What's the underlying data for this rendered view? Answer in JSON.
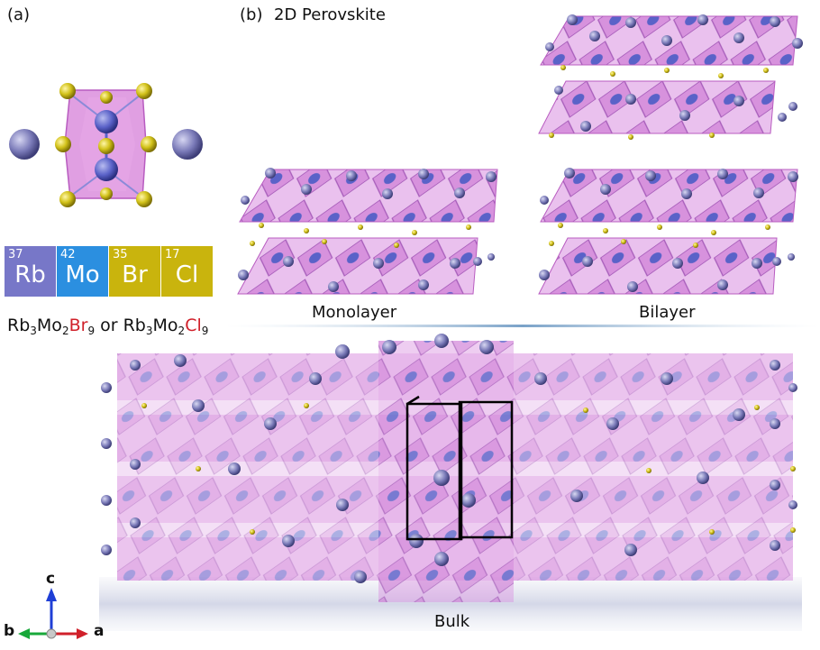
{
  "panel_a": {
    "label": "(a)",
    "tiles": [
      {
        "number": "37",
        "symbol": "Rb",
        "color": "#7777c8"
      },
      {
        "number": "42",
        "symbol": "Mo",
        "color": "#2b8fe0"
      },
      {
        "number": "35",
        "symbol": "Br",
        "color": "#c9b40d"
      },
      {
        "number": "17",
        "symbol": "Cl",
        "color": "#c9b40d"
      }
    ],
    "formula": {
      "rb": "Rb",
      "rb_sub": "3",
      "mo": "Mo",
      "mo_sub": "2",
      "br": "Br",
      "br_sub": "9",
      "or": "or",
      "rb2": "Rb",
      "rb2_sub": "3",
      "mo2": "Mo",
      "mo2_sub": "2",
      "cl": "Cl",
      "cl_sub": "9"
    }
  },
  "panel_b": {
    "label": "(b)",
    "title": "2D Perovskite",
    "monolayer_caption": "Monolayer",
    "bilayer_caption": "Bilayer",
    "bulk_caption": "Bulk"
  },
  "axes": {
    "c": "c",
    "b": "b",
    "a": "a"
  },
  "colors": {
    "rb_atom": "#7a7ab8",
    "mo_atom": "#5a62c8",
    "halogen_atom": "#d2c21a",
    "octahedron": "#d67fd8",
    "axis_c": "#1f3fd6",
    "axis_b": "#18a83a",
    "axis_a": "#d0202a"
  }
}
